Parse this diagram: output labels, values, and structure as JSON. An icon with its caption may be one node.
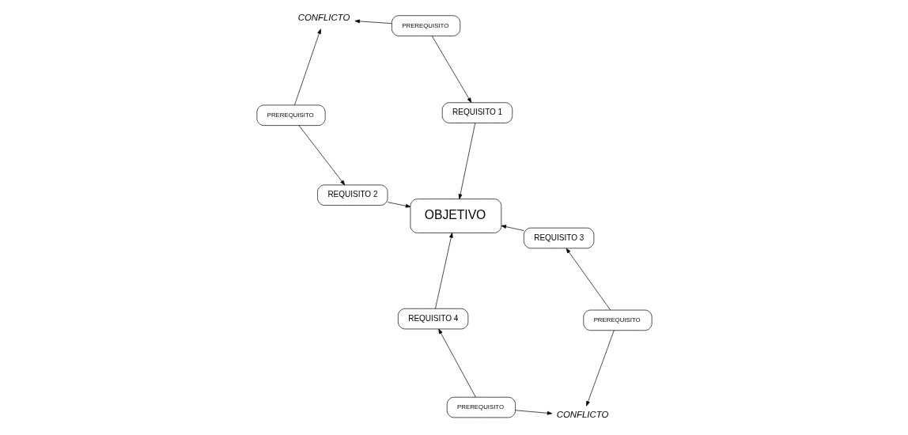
{
  "diagram": {
    "nodes": [
      {
        "text": [
          "PREREQUISITO"
        ]
      },
      {
        "text": [
          "PREREQUISITO"
        ]
      },
      {
        "text": [
          "REQUISITO 4"
        ]
      },
      {
        "text": [
          "REQUISITO 1"
        ]
      },
      {
        "text": [
          "CONFLICTO"
        ]
      },
      {
        "text": [
          "OBJETIVO"
        ]
      },
      {
        "text": [
          "CONFLICTO"
        ]
      },
      {
        "text": [
          "REQUISITO 3"
        ]
      },
      {
        "text": [
          "REQUISITO 2"
        ]
      },
      {
        "text": [
          "PREREQUISITO"
        ]
      },
      {
        "text": [
          "PREREQUISITO"
        ]
      }
    ],
    "edges": [
      {
        "from": 0,
        "to": 2,
        "arrow": "to"
      },
      {
        "from": 1,
        "to": 3,
        "arrow": "to"
      },
      {
        "from": 2,
        "to": 5,
        "arrow": "to"
      },
      {
        "from": 3,
        "to": 5,
        "arrow": "to"
      },
      {
        "from": 7,
        "to": 5,
        "arrow": "to"
      },
      {
        "from": 8,
        "to": 5,
        "arrow": "to"
      },
      {
        "from": 9,
        "to": 7,
        "arrow": "to"
      },
      {
        "from": 10,
        "to": 8,
        "arrow": "to"
      },
      {
        "from": 0,
        "to": 4,
        "arrow": "to"
      },
      {
        "from": 9,
        "to": 4,
        "arrow": "to"
      },
      {
        "from": 1,
        "to": 6,
        "arrow": "to"
      },
      {
        "from": 10,
        "to": 6,
        "arrow": "to"
      }
    ]
  }
}
